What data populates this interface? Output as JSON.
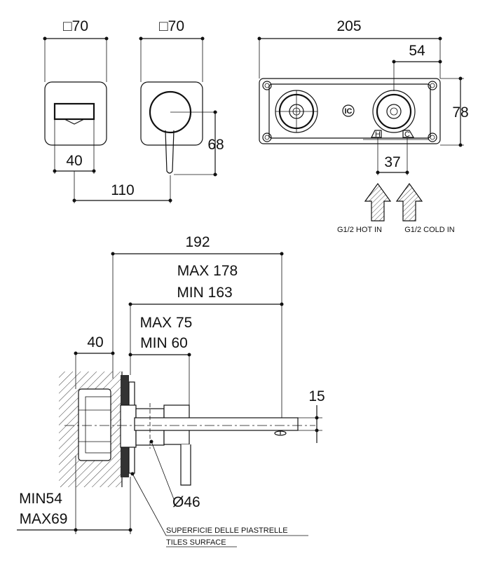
{
  "labels": {
    "plate_width_left": "□70",
    "plate_width_right": "□70",
    "box_width": "205",
    "box_offset": "54",
    "box_height": "78",
    "lever_width": "40",
    "handle_height": "68",
    "centers_distance": "110",
    "inlet_spacing": "37",
    "hot_in": "G1/2 HOT IN",
    "cold_in": "G1/2 COLD IN",
    "total_length": "192",
    "spout_max": "MAX 178",
    "spout_min": "MIN 163",
    "handle_max": "MAX 75",
    "handle_min": "MIN 60",
    "wall_depth": "40",
    "spout_height": "15",
    "diameter": "Ø46",
    "depth_min": "MIN54",
    "depth_max": "MAX69",
    "tiles_it": "SUPERFICIE DELLE PIASTRELLE",
    "tiles_en": "TILES SURFACE",
    "hot_marker": "H",
    "cold_marker": "C"
  }
}
